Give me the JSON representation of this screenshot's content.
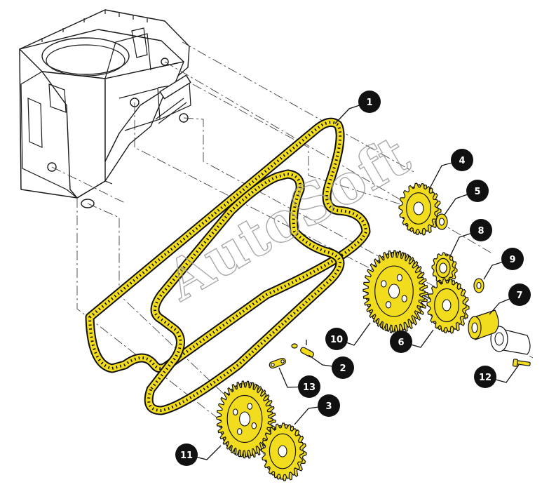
{
  "watermark": "AutoSoft",
  "colors": {
    "part_fill": "#f2dc1e",
    "outline": "#111111",
    "callout_fill": "#111111",
    "callout_text": "#ffffff"
  },
  "callouts": {
    "c1": "1",
    "c2": "2",
    "c3": "3",
    "c4": "4",
    "c5": "5",
    "c6": "6",
    "c7": "7",
    "c8": "8",
    "c9": "9",
    "c10": "10",
    "c11": "11",
    "c12": "12",
    "c13": "13"
  }
}
